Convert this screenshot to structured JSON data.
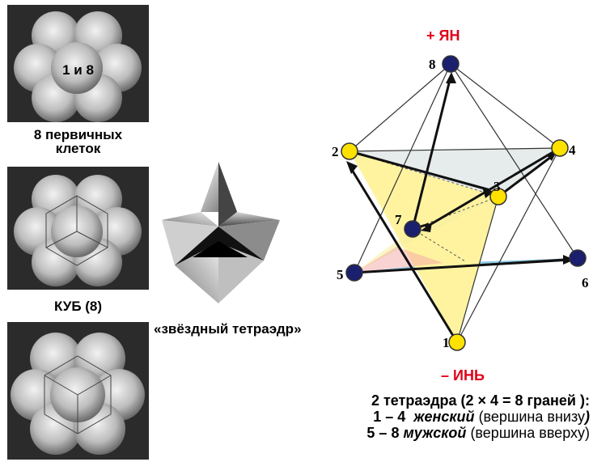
{
  "panels": {
    "top_label": "1 и 8",
    "top_caption_line1": "8 первичных",
    "top_caption_line2": "клеток",
    "middle_caption": "КУБ (8)"
  },
  "star": {
    "caption": "«звёздный тетраэдр»"
  },
  "tetra": {
    "top_label": "+ ЯН",
    "bottom_label": "– ИНЬ",
    "vertices": [
      "1",
      "2",
      "3",
      "4",
      "5",
      "6",
      "7",
      "8"
    ]
  },
  "caption": {
    "line1": "2 тетраэдра (2 × 4 = 8 граней ):",
    "line2_num": "1 – 4",
    "line2_word": "женский",
    "line2_rest": "(вершина внизу",
    "line2_close": ")",
    "line3_num": "5 – 8",
    "line3_word": "мужской",
    "line3_rest": "(вершина вверху)"
  },
  "colors": {
    "accent_red": "#e0001a",
    "navy": "#1a1f6e",
    "yellow": "#ffe100"
  }
}
